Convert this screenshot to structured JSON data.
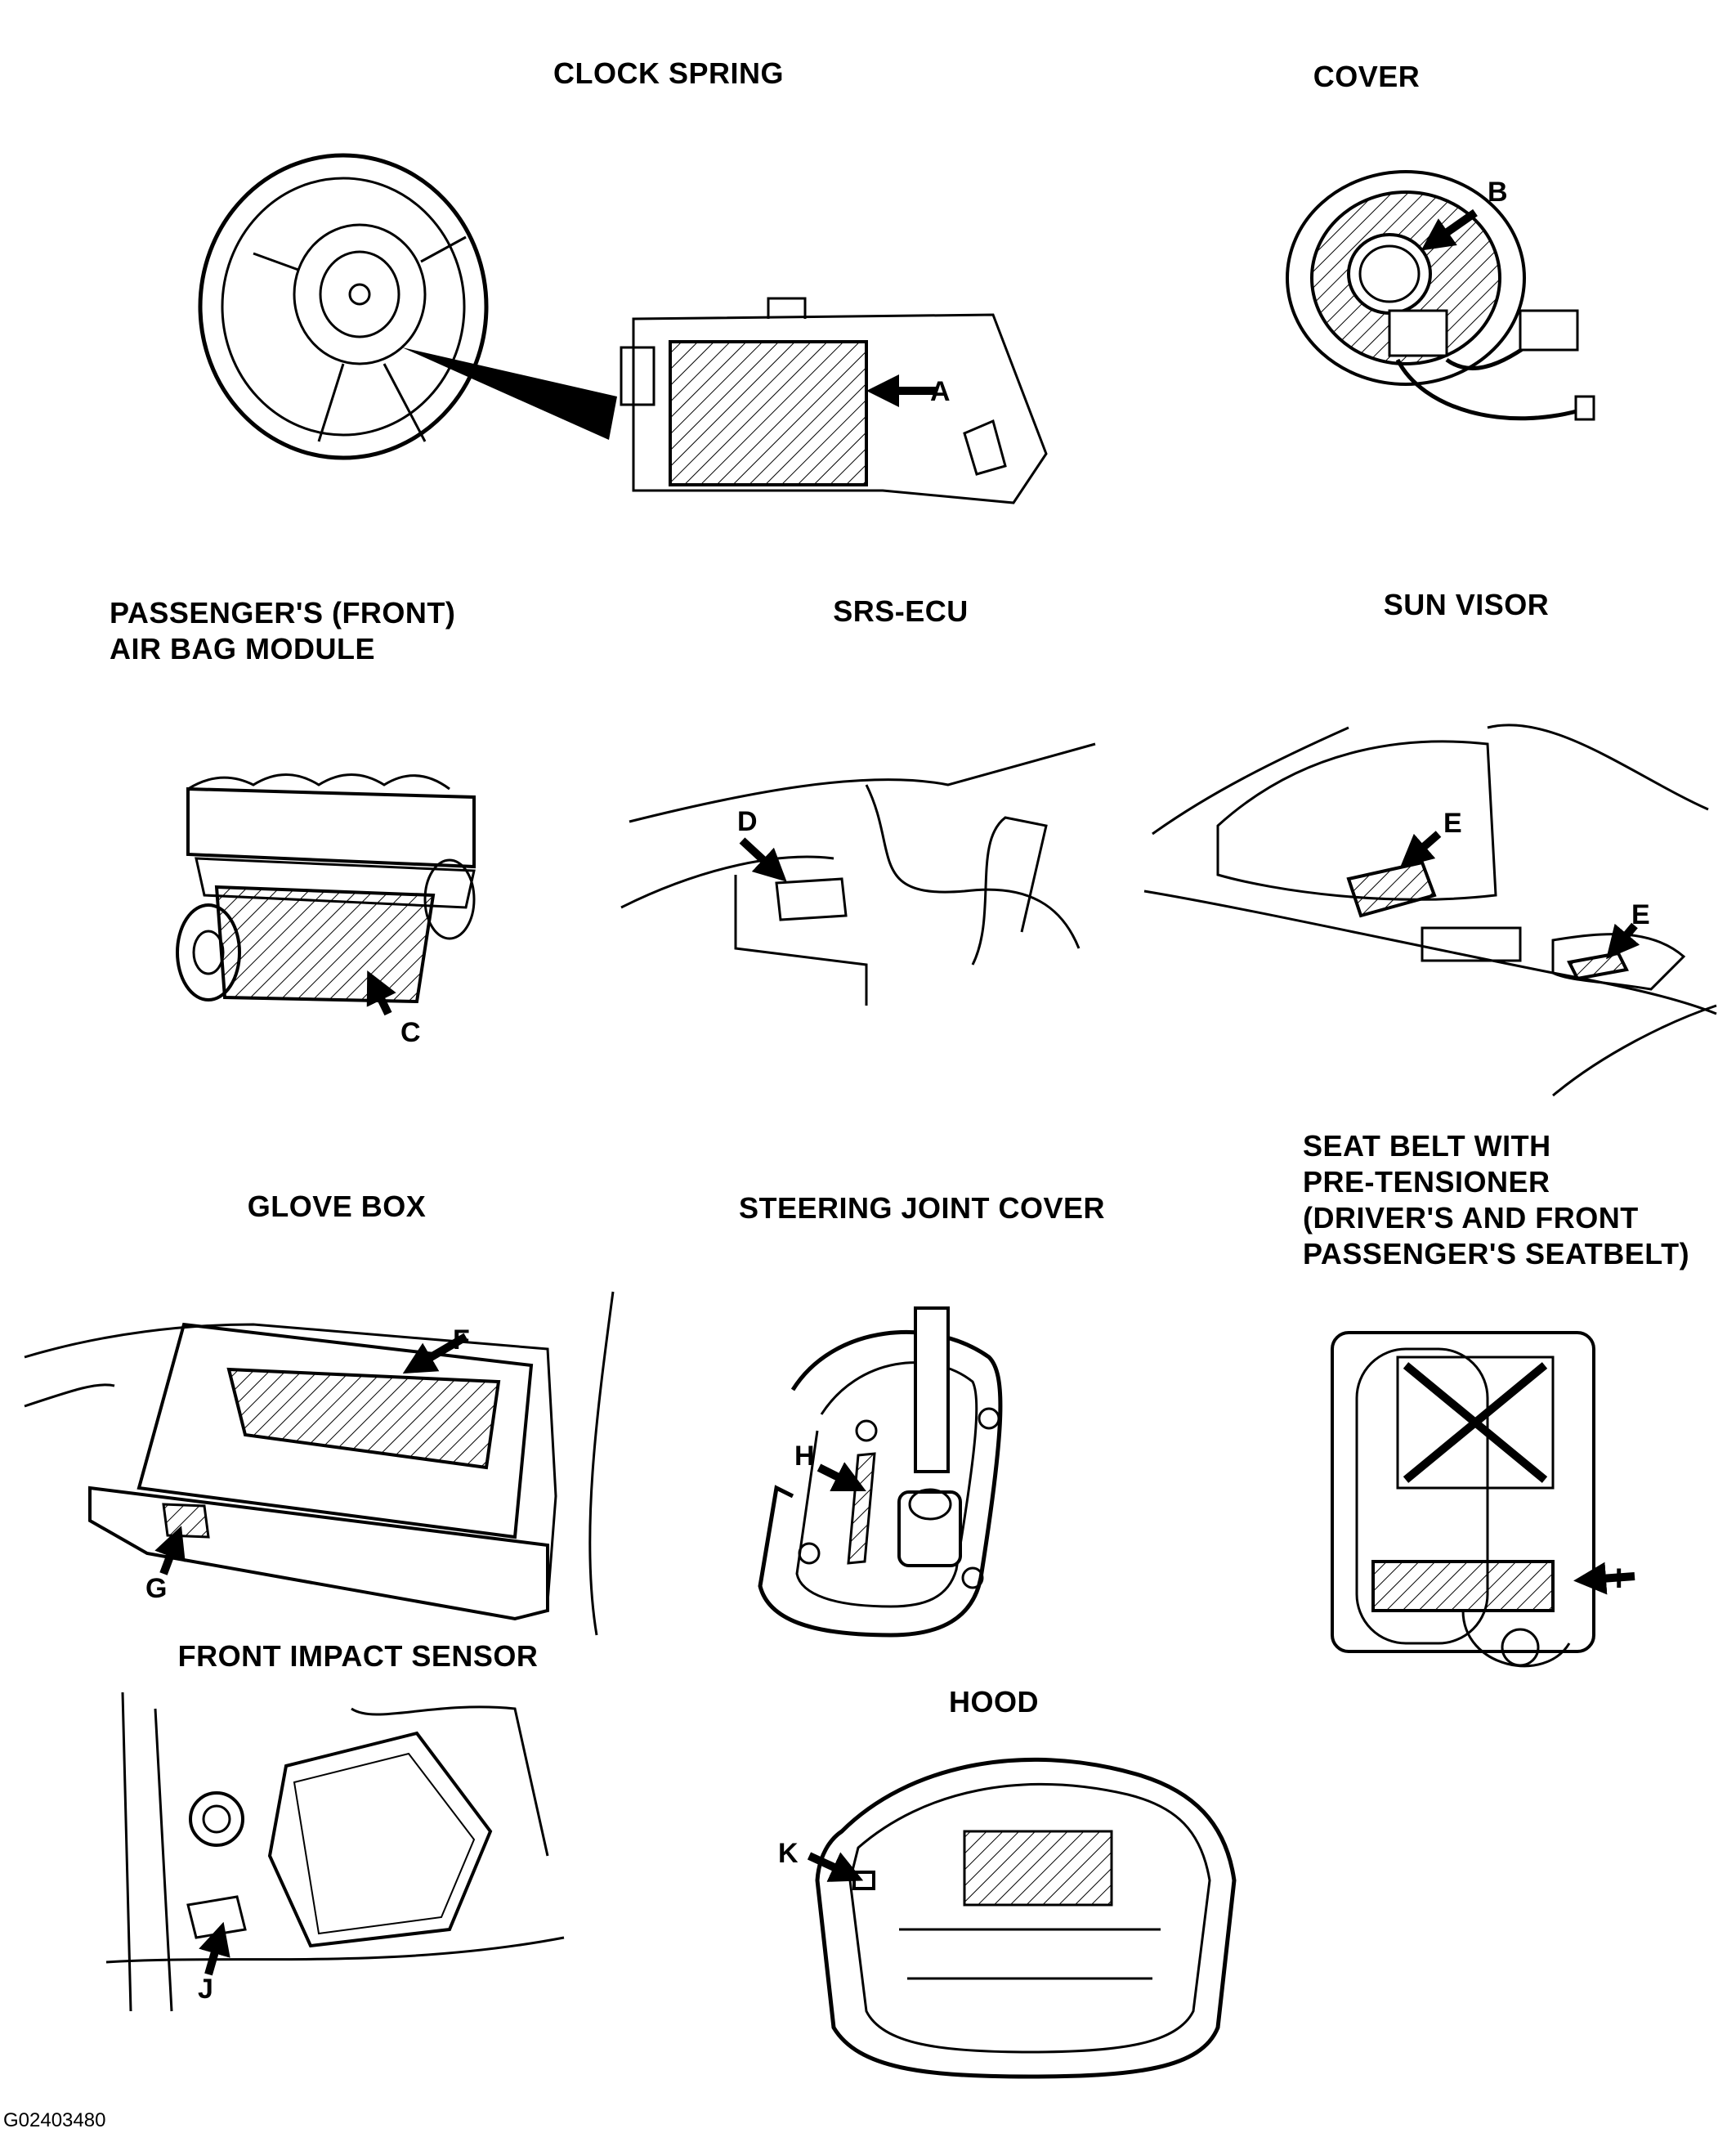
{
  "panels": {
    "clock_spring": {
      "title": "CLOCK SPRING",
      "label": "A"
    },
    "cover": {
      "title": "COVER",
      "label": "B"
    },
    "passenger_airbag": {
      "title": "PASSENGER'S (FRONT)\nAIR BAG MODULE",
      "label": "C"
    },
    "srs_ecu": {
      "title": "SRS-ECU",
      "label": "D"
    },
    "sun_visor": {
      "title": "SUN VISOR",
      "label": "E"
    },
    "glove_box": {
      "title": "GLOVE BOX",
      "label_f": "F",
      "label_g": "G"
    },
    "steering_joint_cover": {
      "title": "STEERING JOINT COVER",
      "label": "H"
    },
    "seat_belt": {
      "title": "SEAT BELT WITH\nPRE-TENSIONER\n(DRIVER'S AND FRONT\nPASSENGER'S SEATBELT)",
      "label": "I"
    },
    "front_impact_sensor": {
      "title": "FRONT IMPACT SENSOR",
      "label": "J"
    },
    "hood": {
      "title": "HOOD",
      "label": "K"
    }
  },
  "figure_code": "G02403480"
}
